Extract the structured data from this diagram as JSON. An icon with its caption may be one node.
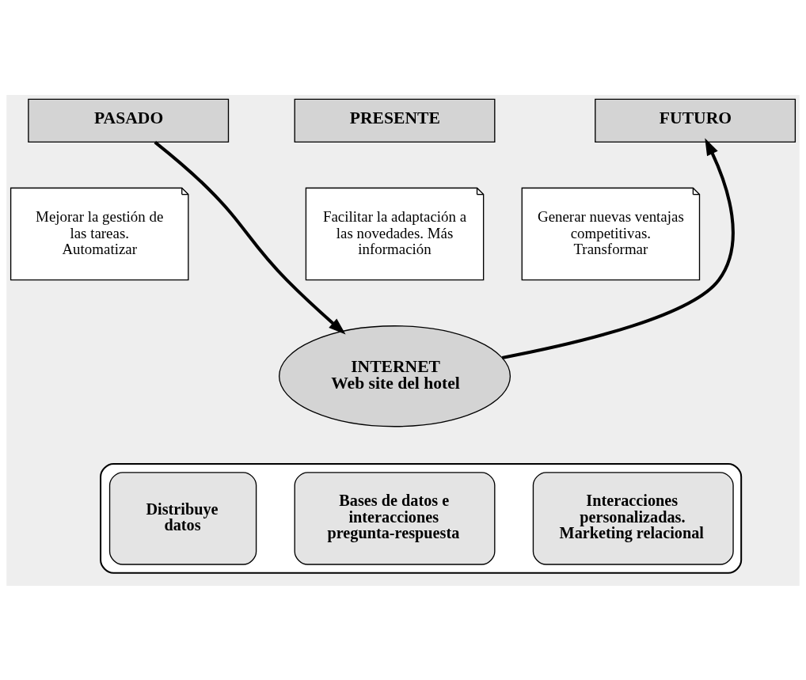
{
  "diagram": {
    "nodes": [
      {
        "text": [
          "PASADO"
        ]
      },
      {
        "text": [
          "PRESENTE"
        ]
      },
      {
        "text": [
          "FUTURO"
        ]
      },
      {
        "text": [
          "Mejorar la gestión de las tareas. Automatizar"
        ]
      },
      {
        "text": [
          "Facilitar la adaptación a las novedades. Más información"
        ]
      },
      {
        "text": [
          "Generar nuevas ventajas competitivas. Transformar"
        ]
      },
      {
        "text": [
          "INTERNET",
          "Web site del hotel"
        ]
      },
      {
        "text": [],
        "shape": "box"
      },
      {
        "text": [
          "Distribuye datos"
        ],
        "in": 7
      },
      {
        "text": [
          "Bases de datos e interacciones pregunta-respuesta"
        ],
        "in": 7
      },
      {
        "text": [
          "Interacciones personalizadas. Marketing relacional"
        ],
        "in": 7
      }
    ],
    "edges": [
      {
        "from": 0,
        "to": 6,
        "arrow": "to"
      },
      {
        "from": 6,
        "to": 2,
        "arrow": "to"
      }
    ]
  }
}
